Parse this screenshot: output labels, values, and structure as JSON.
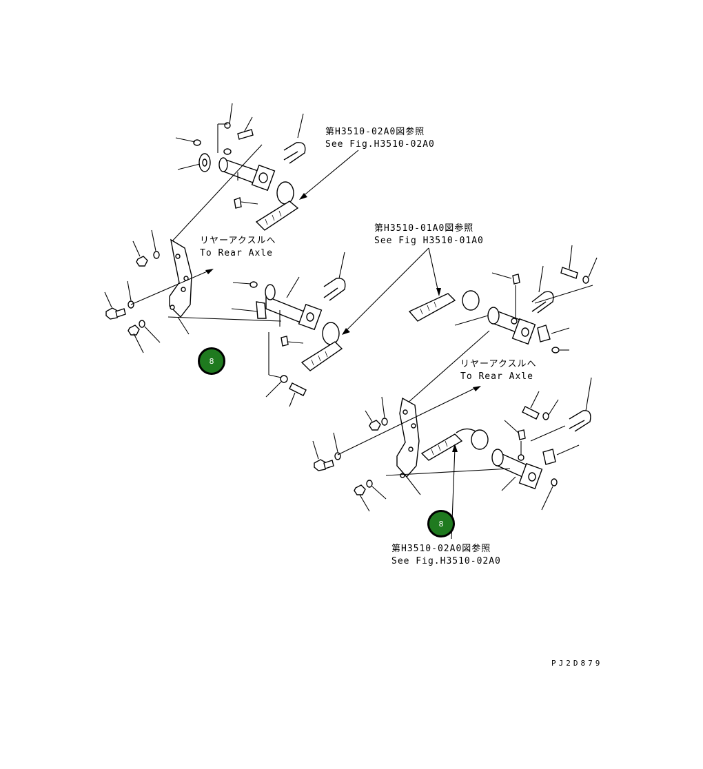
{
  "notes": {
    "top_ref_jp": "第H3510-02A0図参照",
    "top_ref_en": "See Fig.H3510-02A0",
    "rear_axle_1_jp": "リヤーアクスルへ",
    "rear_axle_1_en": "To Rear Axle",
    "mid_ref_jp": "第H3510-01A0図参照",
    "mid_ref_en": "See Fig H3510-01A0",
    "rear_axle_2_jp": "リヤーアクスルへ",
    "rear_axle_2_en": "To Rear Axle",
    "bottom_ref_jp": "第H3510-02A0図参照",
    "bottom_ref_en": "See Fig.H3510-02A0"
  },
  "badges": {
    "left": "8",
    "right": "8"
  },
  "drawing_code": "PJ2D879",
  "colors": {
    "badge_fill": "#1f7a1f",
    "line": "#000000",
    "background": "#ffffff"
  }
}
